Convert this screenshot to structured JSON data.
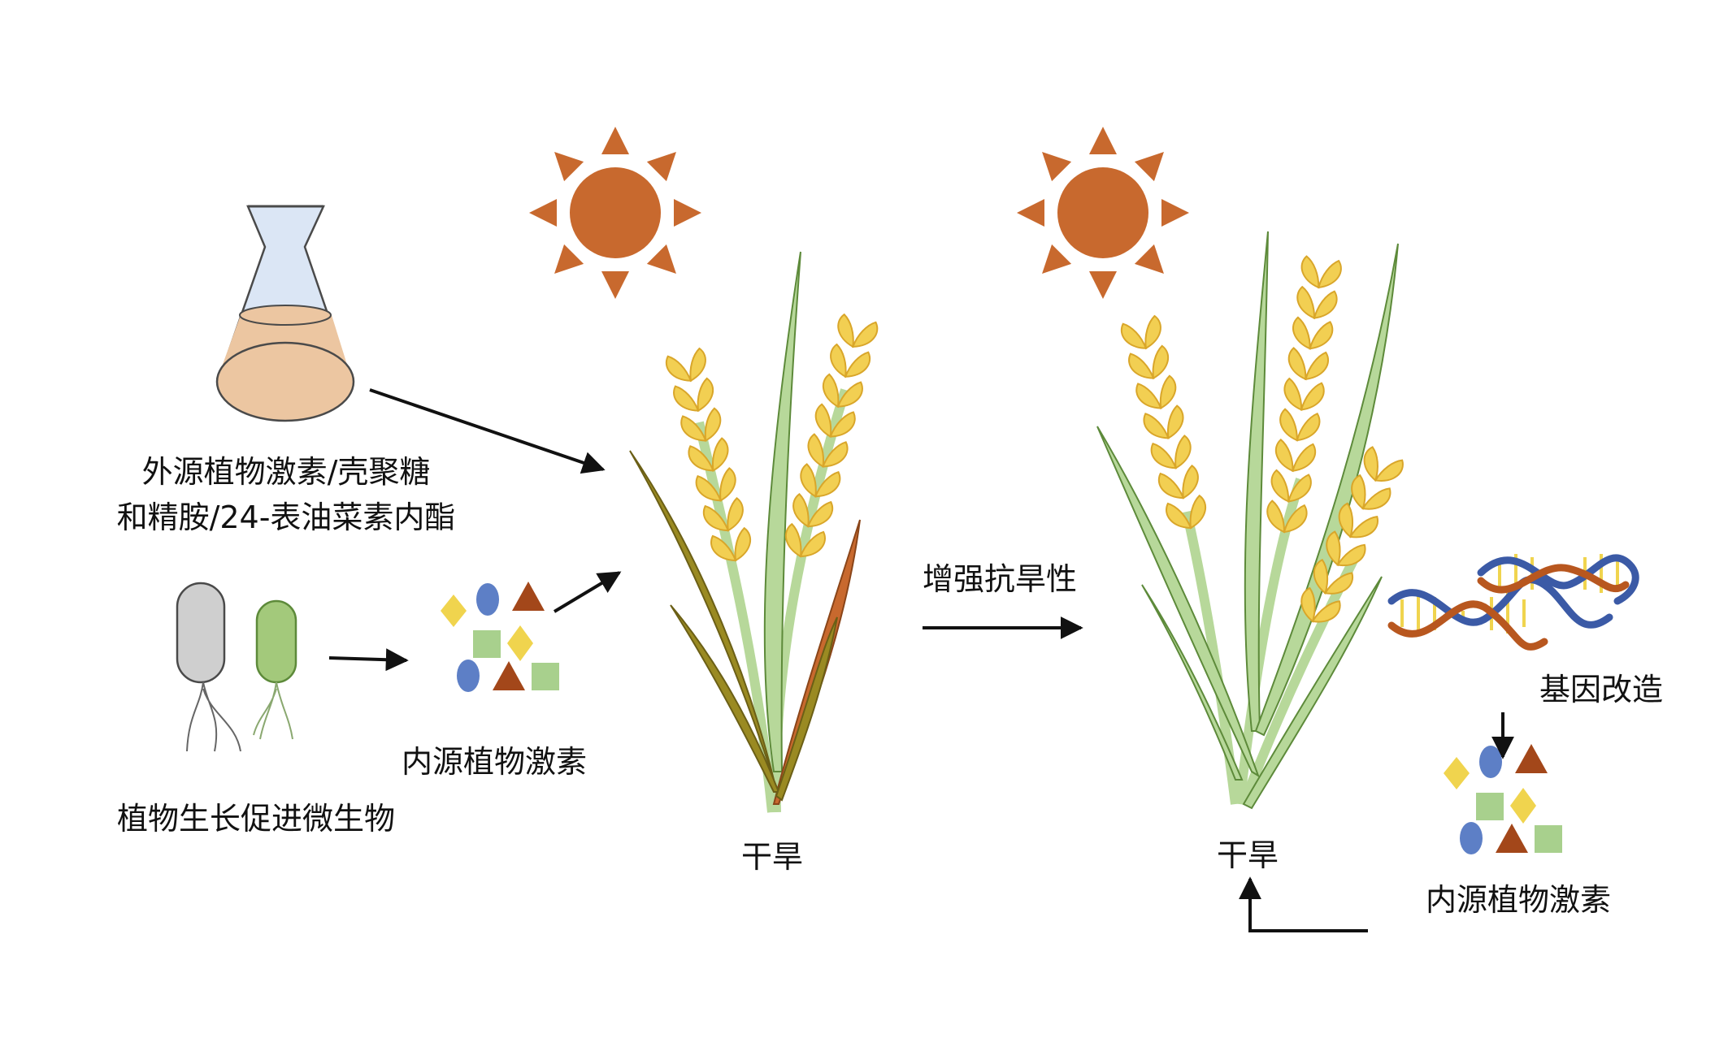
{
  "labels": {
    "exogenous_line1": "外源植物激素/壳聚糖",
    "exogenous_line2": "和精胺/24-表油菜素内酯",
    "pgpm": "植物生长促进微生物",
    "endogenous_left": "内源植物激素",
    "drought_left": "干旱",
    "enhance": "增强抗旱性",
    "drought_right": "干旱",
    "genetic": "基因改造",
    "endogenous_right": "内源植物激素"
  },
  "colors": {
    "sun": "#c8692e",
    "grain": "#f2cf52",
    "grain_edge": "#d9a62a",
    "leaf_green": "#b7d89a",
    "leaf_edge": "#5d8a3a",
    "leaf_olive": "#9a8a22",
    "leaf_orange": "#c8692e",
    "flask_liquid": "#ecc6a1",
    "flask_glass": "#dbe6f5",
    "bacterium_gray": "#cfcfcf",
    "bacterium_green": "#a3c97b",
    "hormone_yellow": "#f0d44e",
    "hormone_blue": "#5d7fc6",
    "hormone_brown": "#a3471a",
    "hormone_green": "#a8d08d",
    "dna_blue": "#3b5aa6",
    "dna_orange": "#b8571f",
    "dna_yellow": "#f0d44e"
  }
}
